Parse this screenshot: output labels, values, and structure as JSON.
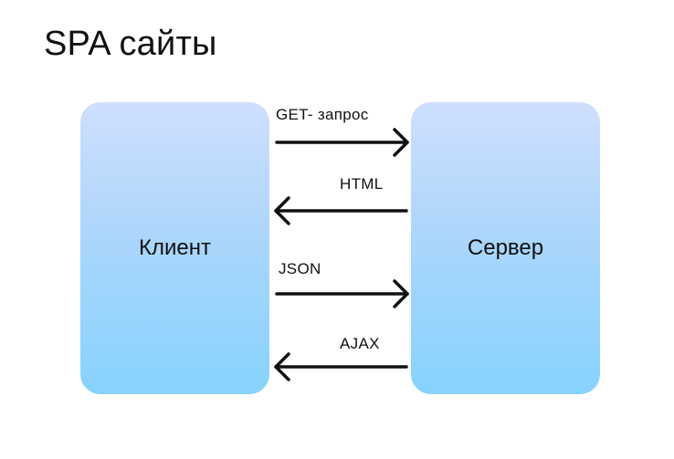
{
  "title": "SPA сайты",
  "nodes": {
    "client": "Клиент",
    "server": "Сервер"
  },
  "edges": [
    {
      "label": "GET- запрос",
      "from": "client",
      "to": "server"
    },
    {
      "label": "HTML",
      "from": "server",
      "to": "client"
    },
    {
      "label": "JSON",
      "from": "client",
      "to": "server"
    },
    {
      "label": "AJAX",
      "from": "server",
      "to": "client"
    }
  ],
  "colors": {
    "box_top": "#cfdffe",
    "box_bottom": "#86d3fe",
    "arrow": "#111111"
  }
}
